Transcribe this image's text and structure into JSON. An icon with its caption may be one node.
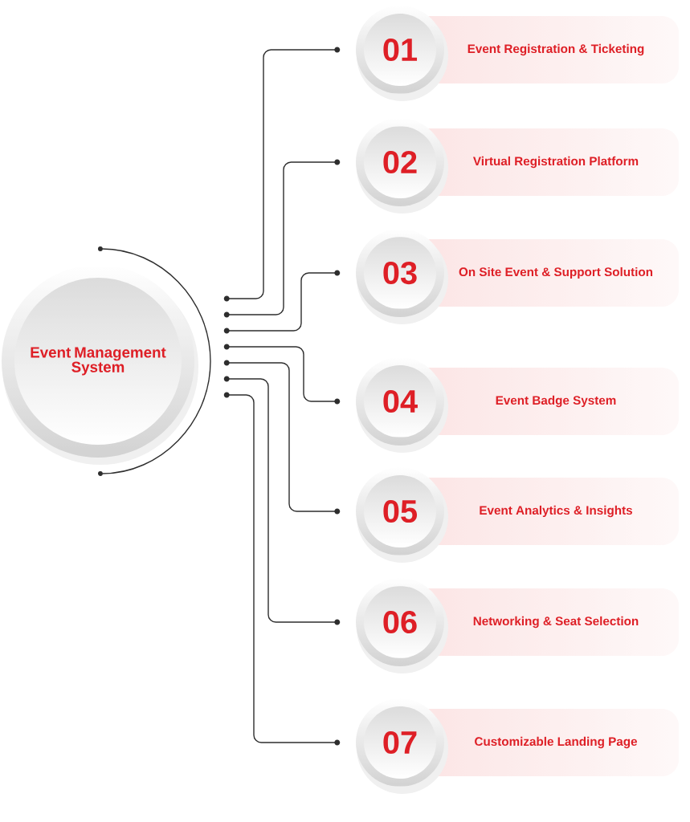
{
  "diagram": {
    "nodes": [
      {
        "text": [
          "Event Management System"
        ]
      },
      {
        "text": [
          "01",
          "Event Registration & Ticketing"
        ]
      },
      {
        "text": [
          "02",
          "Virtual Registration Platform"
        ]
      },
      {
        "text": [
          "03",
          "On Site Event & Support Solution"
        ]
      },
      {
        "text": [
          "04",
          "Event Badge System"
        ]
      },
      {
        "text": [
          "05",
          "Event Analytics & Insights"
        ]
      },
      {
        "text": [
          "06",
          "Networking & Seat Selection"
        ]
      },
      {
        "text": [
          "07",
          "Customizable Landing Page"
        ]
      }
    ],
    "edges": [
      {
        "from": 0,
        "to": 1,
        "arrow": "none"
      },
      {
        "from": 0,
        "to": 2,
        "arrow": "none"
      },
      {
        "from": 0,
        "to": 3,
        "arrow": "none"
      },
      {
        "from": 0,
        "to": 4,
        "arrow": "none"
      },
      {
        "from": 0,
        "to": 5,
        "arrow": "none"
      },
      {
        "from": 0,
        "to": 6,
        "arrow": "none"
      },
      {
        "from": 0,
        "to": 7,
        "arrow": "none"
      }
    ]
  }
}
